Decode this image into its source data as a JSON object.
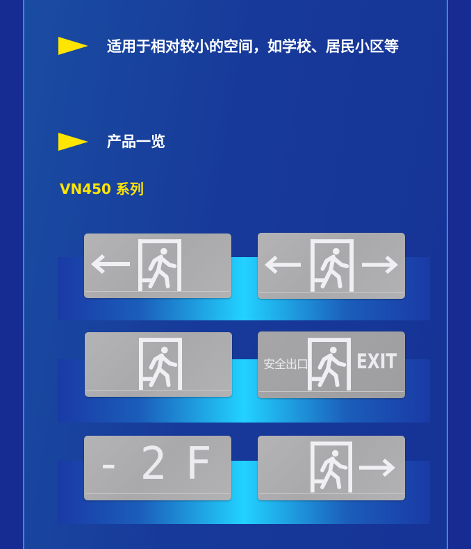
{
  "features": [
    {
      "icon": "yellow-triangle-bullet",
      "text": "适用于相对较小的空间，如学校、居民小区等"
    },
    {
      "icon": "yellow-triangle-bullet",
      "text": "产品一览"
    }
  ],
  "series_title": "VN450 系列",
  "signs": [
    {
      "name": "exit-sign-left-arrow"
    },
    {
      "name": "exit-sign-double-arrow"
    },
    {
      "name": "exit-sign-plain"
    },
    {
      "name": "exit-sign-text",
      "text_cn": "安全出口",
      "text_en": "EXIT"
    },
    {
      "name": "floor-sign",
      "text": "-2F"
    },
    {
      "name": "exit-sign-right-arrow"
    }
  ],
  "colors": {
    "accent": "#ffe500",
    "background": "#172c93",
    "band_center": "#22d2ff"
  }
}
